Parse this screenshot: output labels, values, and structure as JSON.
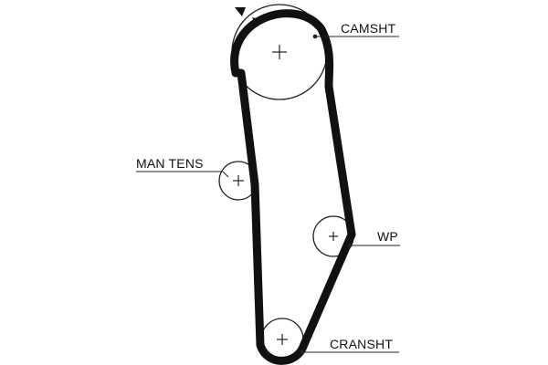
{
  "labels": {
    "camshaft": "CAMSHT",
    "tensioner": "MAN TENS",
    "water_pump": "WP",
    "crankshaft": "CRANSHT"
  },
  "colors": {
    "belt": "#111111",
    "lines": "#222222",
    "background": "#ffffff"
  },
  "icons": {
    "rotation_arrows": "double-arrow-icon",
    "center_mark": "crosshair-icon"
  }
}
